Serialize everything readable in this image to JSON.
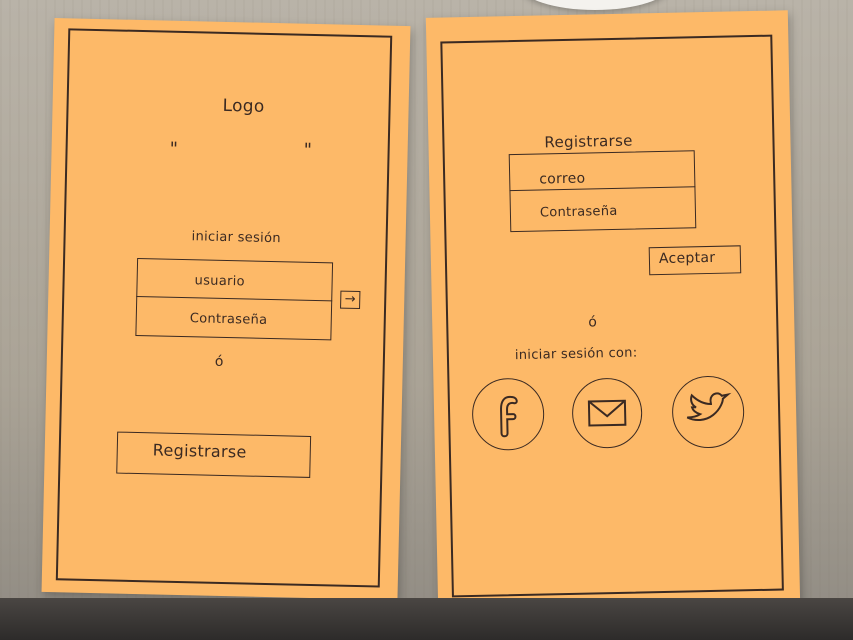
{
  "left_mockup": {
    "logo": "Logo",
    "quote_open": "\"",
    "quote_close": "\"",
    "login_title": "iniciar sesión",
    "username_field": "usuario",
    "password_field": "Contraseña",
    "go_button": "→",
    "or": "ó",
    "register_button": "Registrarse"
  },
  "right_mockup": {
    "title": "Registrarse",
    "email_field": "correo",
    "password_field": "Contraseña",
    "accept_button": "Aceptar",
    "or": "ó",
    "social_title": "iniciar sesión con:",
    "social_icons": [
      "facebook-icon",
      "mail-icon",
      "twitter-icon"
    ]
  },
  "colors": {
    "paper": "#fdb968",
    "ink": "#3b2a22",
    "table": "#aaa396"
  }
}
